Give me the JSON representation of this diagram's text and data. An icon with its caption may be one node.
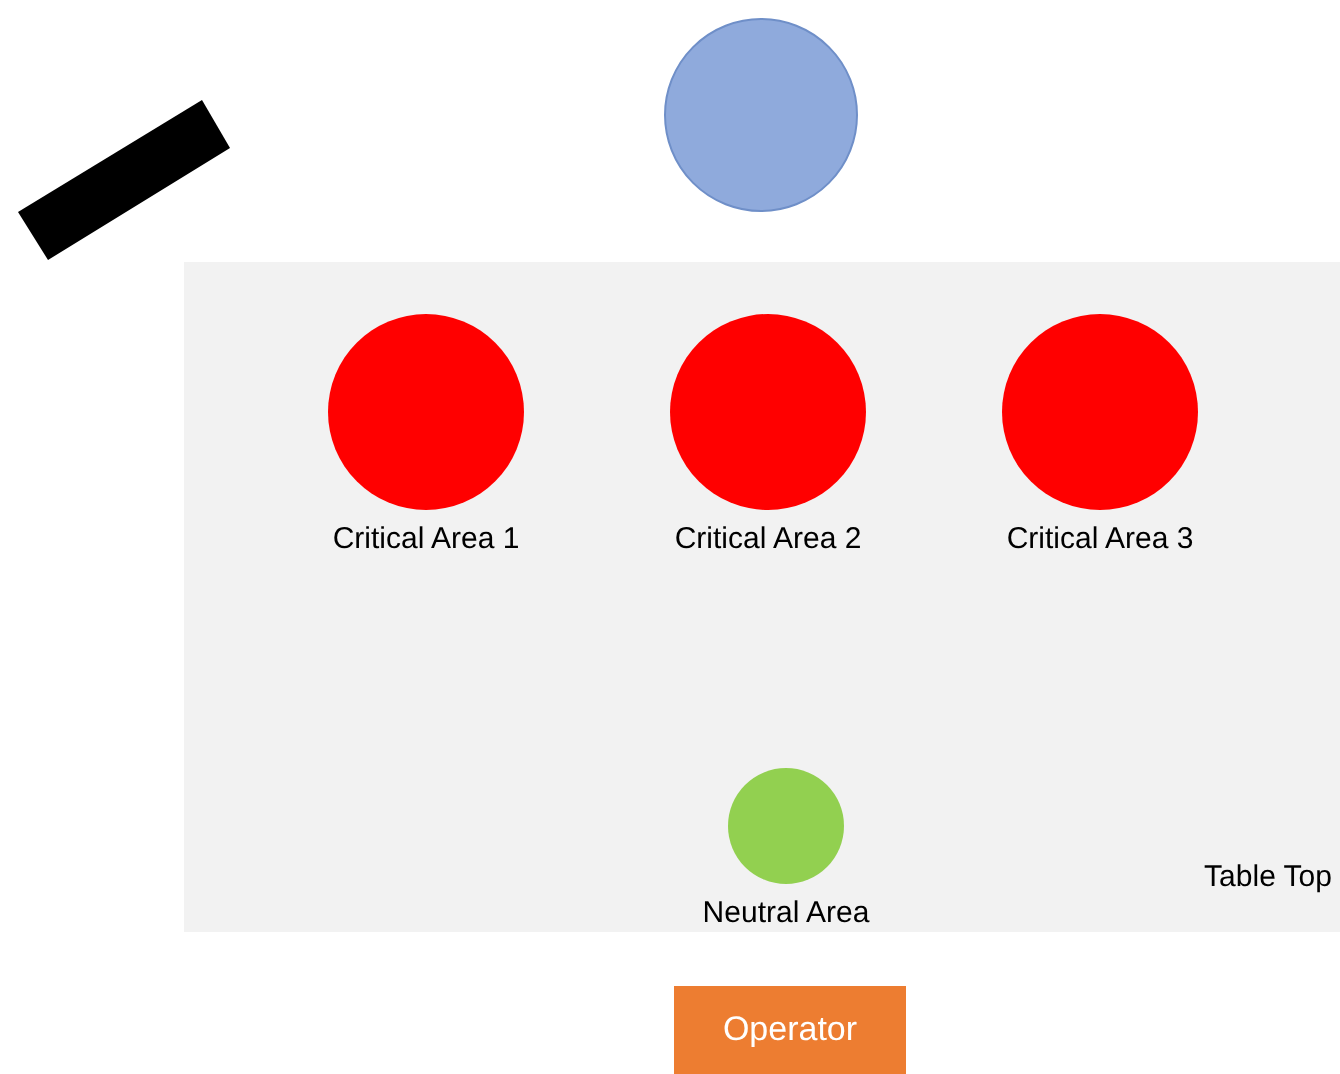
{
  "diagram": {
    "nodes": [
      {
        "text": [],
        "shape": "bar"
      },
      {
        "text": [],
        "shape": "circle"
      },
      {
        "text": [
          "Table Top"
        ]
      },
      {
        "text": [
          "Critical Area 1"
        ],
        "in": 2
      },
      {
        "text": [
          "Critical Area 2"
        ],
        "in": 2
      },
      {
        "text": [
          "Critical Area 3"
        ],
        "in": 2
      },
      {
        "text": [
          "Neutral Area"
        ],
        "in": 2
      },
      {
        "text": [
          "Operator"
        ]
      }
    ]
  }
}
